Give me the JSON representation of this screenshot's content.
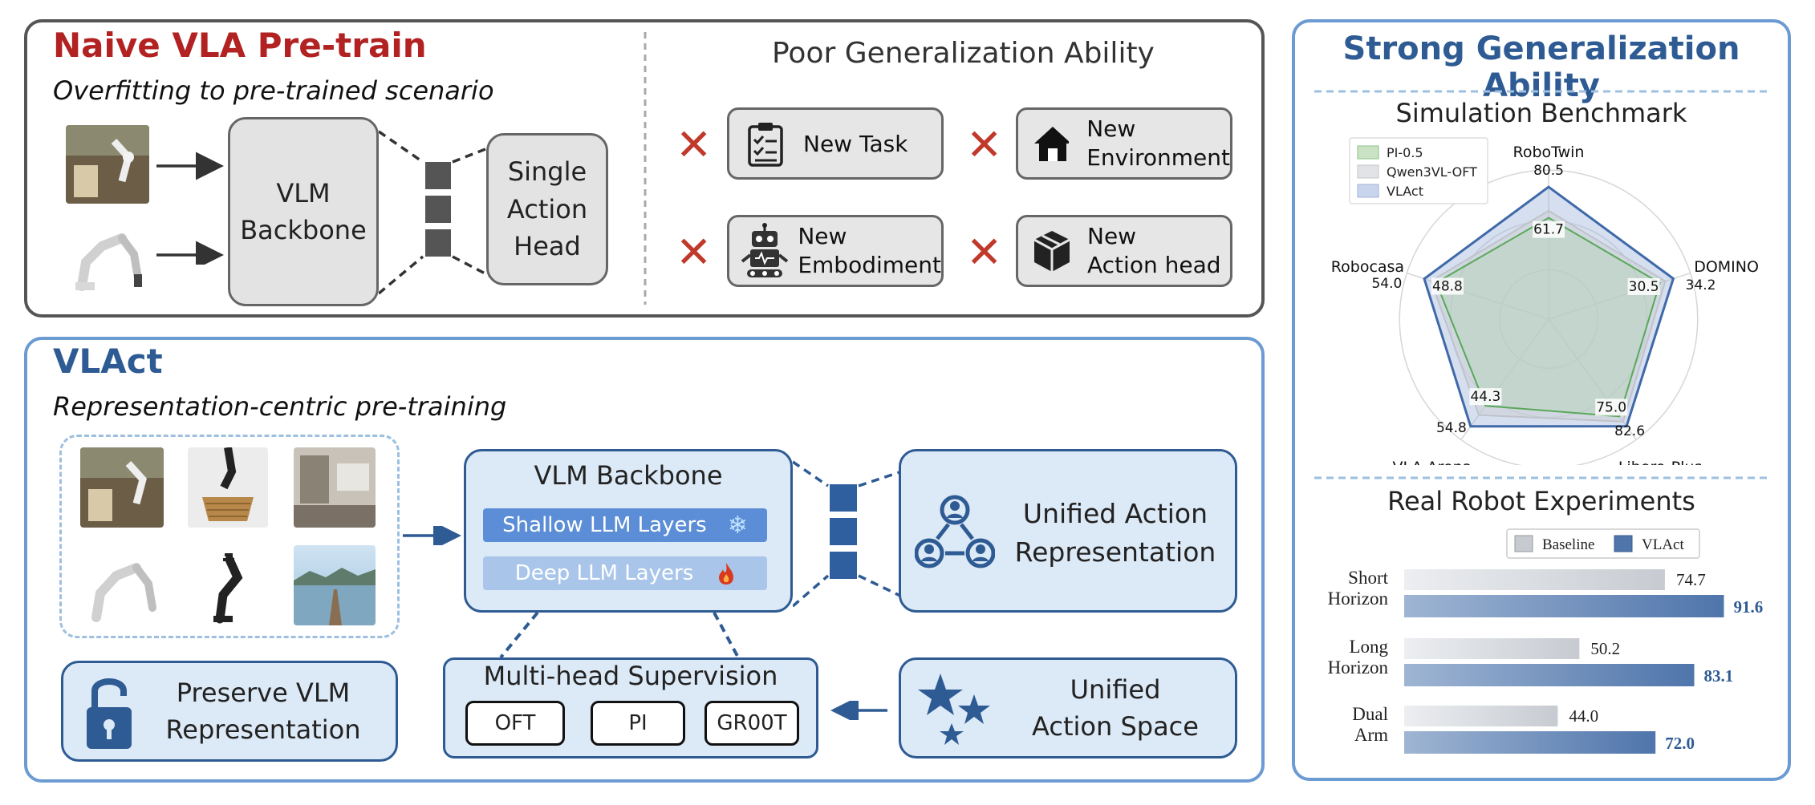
{
  "naive": {
    "title": "Naive VLA Pre-train",
    "subtitle": "Overfitting to pre-trained scenario",
    "vlm_backbone": "VLM\nBackbone",
    "action_head": "Single\nAction\nHead",
    "poor_title": "Poor Generalization Ability",
    "failures": [
      {
        "label": "New Task",
        "icon": "clipboard-icon"
      },
      {
        "label": "New\nEnvironment",
        "icon": "house-icon"
      },
      {
        "label": "New\nEmbodiment",
        "icon": "robot-icon"
      },
      {
        "label": "New\nAction head",
        "icon": "box-icon"
      }
    ]
  },
  "vlact": {
    "title": "VLAct",
    "subtitle": "Representation-centric pre-training",
    "backbone_title": "VLM Backbone",
    "shallow": "Shallow LLM Layers",
    "deep": "Deep LLM Layers",
    "unified_rep": "Unified Action\nRepresentation",
    "preserve": "Preserve VLM\nRepresentation",
    "multihead": "Multi-head Supervision",
    "heads": [
      "OFT",
      "PI",
      "GR00T"
    ],
    "unified_space": "Unified\nAction Space"
  },
  "strong": {
    "title": "Strong Generalization Ability"
  },
  "chart_data": [
    {
      "type": "radar",
      "title": "Simulation Benchmark",
      "axes": [
        "RoboTwin",
        "DOMINO",
        "Libero-Plus",
        "VLA-Arena",
        "Robocasa"
      ],
      "legend": [
        "PI-0.5",
        "Qwen3VL-OFT",
        "VLAct"
      ],
      "series": [
        {
          "name": "PI-0.5",
          "color": "#5aa85a",
          "values": [
            61.7,
            30.5,
            75.0,
            44.3,
            48.8
          ]
        },
        {
          "name": "Qwen3VL-OFT",
          "color": "#bfc3c9",
          "values": [
            66.0,
            32.0,
            79.0,
            49.0,
            51.0
          ]
        },
        {
          "name": "VLAct",
          "color": "#3f69a8",
          "values": [
            80.5,
            34.2,
            82.6,
            54.8,
            54.0
          ]
        }
      ],
      "labels": {
        "RoboTwin": [
          "80.5",
          "61.7"
        ],
        "DOMINO": [
          "34.2",
          "30.5"
        ],
        "Libero-Plus": [
          "82.6",
          "75.0"
        ],
        "VLA-Arena": [
          "54.8",
          "44.3"
        ],
        "Robocasa": [
          "54.0",
          "48.8"
        ]
      }
    },
    {
      "type": "bar",
      "title": "Real Robot Experiments",
      "categories": [
        "Short\nHorizon",
        "Long\nHorizon",
        "Dual\nArm"
      ],
      "series": [
        {
          "name": "Baseline",
          "values": [
            74.7,
            50.2,
            44.0
          ]
        },
        {
          "name": "VLAct",
          "values": [
            91.6,
            83.1,
            72.0
          ]
        }
      ],
      "value_labels": {
        "Baseline": [
          "74.7",
          "50.2",
          "44.0"
        ],
        "VLAct": [
          "91.6",
          "83.1",
          "72.0"
        ]
      },
      "xlim": [
        0,
        100
      ]
    }
  ],
  "colors": {
    "red": "#b22222",
    "blue": "#2e5b93",
    "light_blue": "#dce9f6"
  }
}
